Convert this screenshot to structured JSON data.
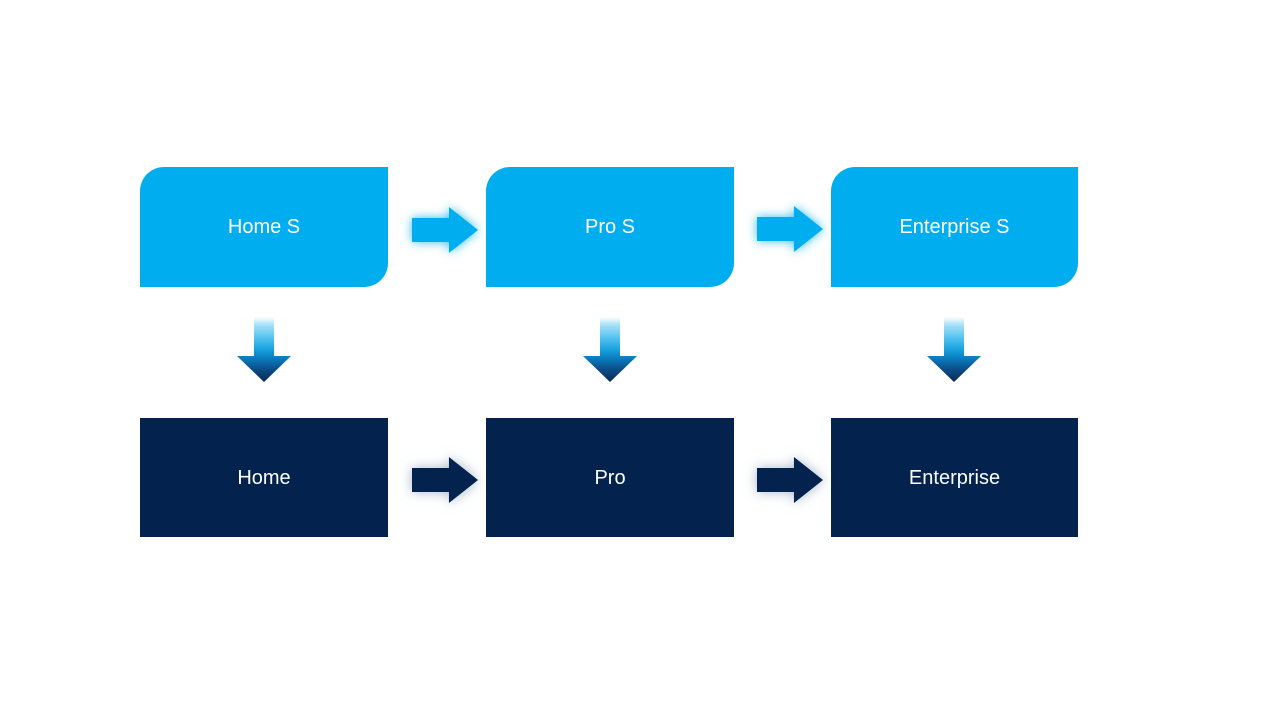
{
  "diagram": {
    "top_row": [
      {
        "label": "Home S"
      },
      {
        "label": "Pro S"
      },
      {
        "label": "Enterprise S"
      }
    ],
    "bottom_row": [
      {
        "label": "Home"
      },
      {
        "label": "Pro"
      },
      {
        "label": "Enterprise"
      }
    ],
    "icons": {
      "horizontal_connector": "right-arrow-icon",
      "vertical_connector": "down-arrow-icon"
    },
    "colors": {
      "light_blue": "#00aeef",
      "dark_navy": "#03234e",
      "text": "#ffffff",
      "background": "#ffffff",
      "down_arrow_gradient_top": "#ffffff",
      "down_arrow_gradient_mid": "#17a2de",
      "down_arrow_gradient_bottom": "#0d2a55"
    }
  }
}
